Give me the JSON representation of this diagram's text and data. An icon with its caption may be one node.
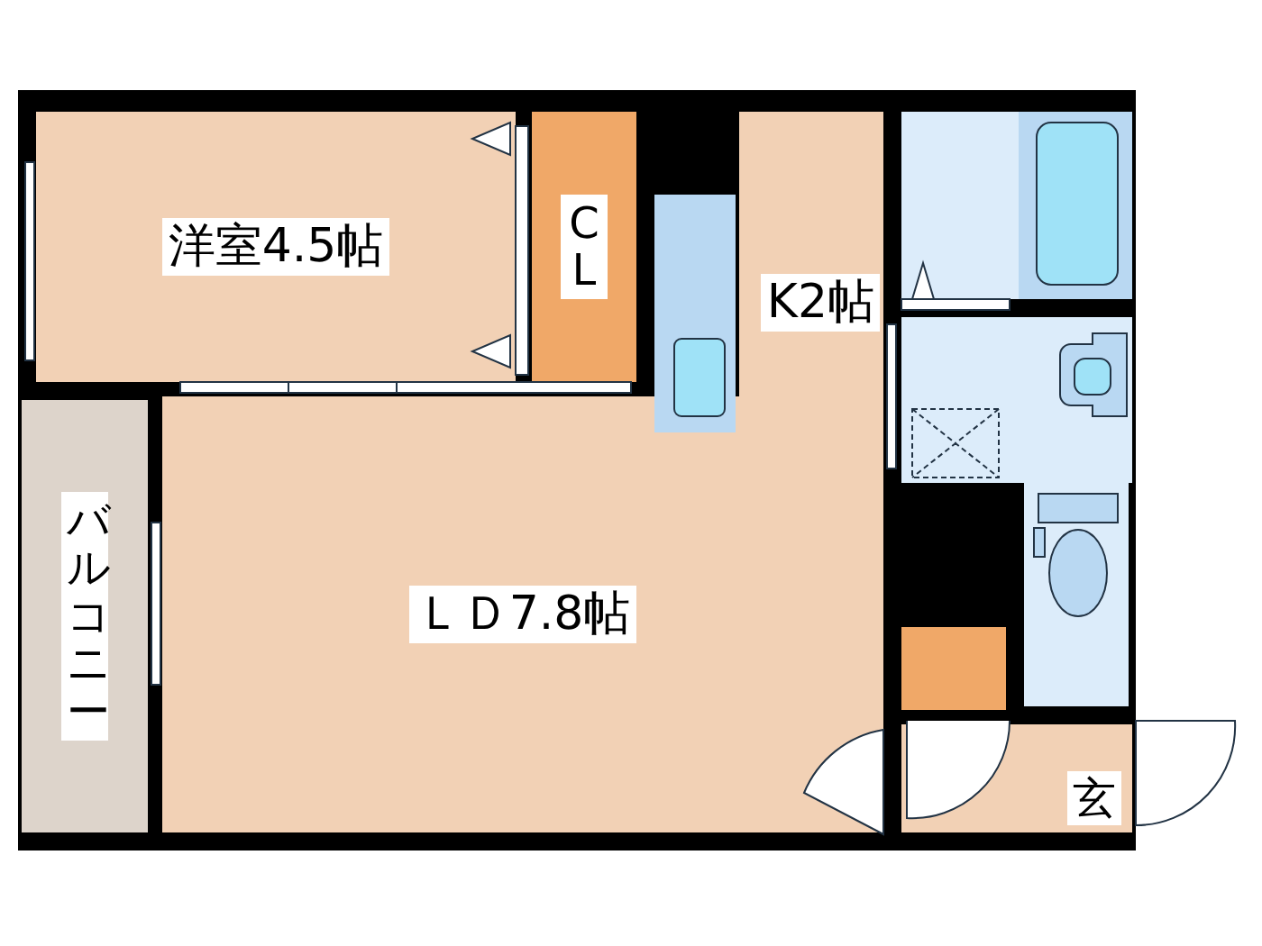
{
  "diagram": {
    "nodes": [
      {
        "text": [
          "洋室4.5帖"
        ]
      },
      {
        "text": [
          "CL"
        ]
      },
      {
        "text": [
          "K2帖"
        ]
      },
      {
        "text": [],
        "shape": "box"
      },
      {
        "text": [],
        "shape": "box"
      },
      {
        "text": [],
        "shape": "box"
      },
      {
        "text": [
          "バルコニー"
        ]
      },
      {
        "text": [
          "ＬＤ7.8帖"
        ]
      },
      {
        "text": [],
        "shape": "box"
      },
      {
        "text": [
          "玄"
        ]
      }
    ]
  }
}
